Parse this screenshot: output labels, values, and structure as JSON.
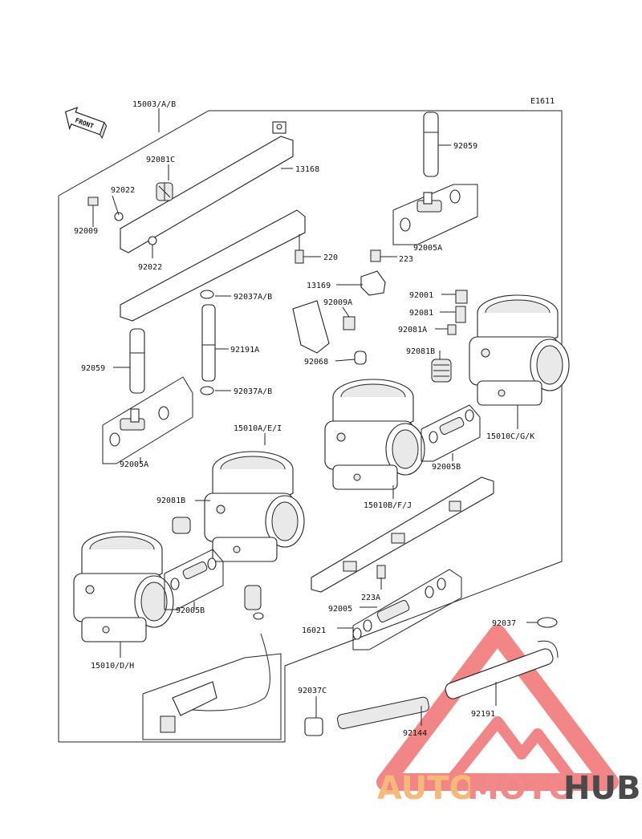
{
  "diagram": {
    "ref_code": "E1611",
    "front_label": "FRONT",
    "labels": [
      {
        "id": "15003",
        "text": "15003/A/B"
      },
      {
        "id": "92081C",
        "text": "92081C"
      },
      {
        "id": "13168",
        "text": "13168"
      },
      {
        "id": "92059a",
        "text": "92059"
      },
      {
        "id": "92022a",
        "text": "92022"
      },
      {
        "id": "92009",
        "text": "92009"
      },
      {
        "id": "92022b",
        "text": "92022"
      },
      {
        "id": "220",
        "text": "220"
      },
      {
        "id": "223",
        "text": "223"
      },
      {
        "id": "92005Aa",
        "text": "92005A"
      },
      {
        "id": "13169",
        "text": "13169"
      },
      {
        "id": "92037ABa",
        "text": "92037A/B"
      },
      {
        "id": "92009A",
        "text": "92009A"
      },
      {
        "id": "92001",
        "text": "92001"
      },
      {
        "id": "92081",
        "text": "92081"
      },
      {
        "id": "92081A",
        "text": "92081A"
      },
      {
        "id": "92191Aa",
        "text": "92191A"
      },
      {
        "id": "92059b",
        "text": "92059"
      },
      {
        "id": "92068",
        "text": "92068"
      },
      {
        "id": "92081Ba",
        "text": "92081B"
      },
      {
        "id": "92037ABb",
        "text": "92037A/B"
      },
      {
        "id": "15010AEI",
        "text": "15010A/E/I"
      },
      {
        "id": "15010CGK",
        "text": "15010C/G/K"
      },
      {
        "id": "92005Ab",
        "text": "92005A"
      },
      {
        "id": "92005Ba",
        "text": "92005B"
      },
      {
        "id": "92081Bb",
        "text": "92081B"
      },
      {
        "id": "15010BFJ",
        "text": "15010B/F/J"
      },
      {
        "id": "223A",
        "text": "223A"
      },
      {
        "id": "92005Bb",
        "text": "92005B"
      },
      {
        "id": "92005",
        "text": "92005"
      },
      {
        "id": "16021",
        "text": "16021"
      },
      {
        "id": "92037",
        "text": "92037"
      },
      {
        "id": "15010DH",
        "text": "15010/D/H"
      },
      {
        "id": "92037C",
        "text": "92037C"
      },
      {
        "id": "92191b",
        "text": "92191"
      },
      {
        "id": "92144",
        "text": "92144"
      }
    ]
  },
  "watermark": {
    "part1": "AUTO",
    "part2": "MOTO",
    "part3": "HUB",
    "color1": "#f5b97a",
    "color2": "#f08a8a",
    "color3": "#4a4a4a",
    "triangle_color": "#f07070"
  }
}
